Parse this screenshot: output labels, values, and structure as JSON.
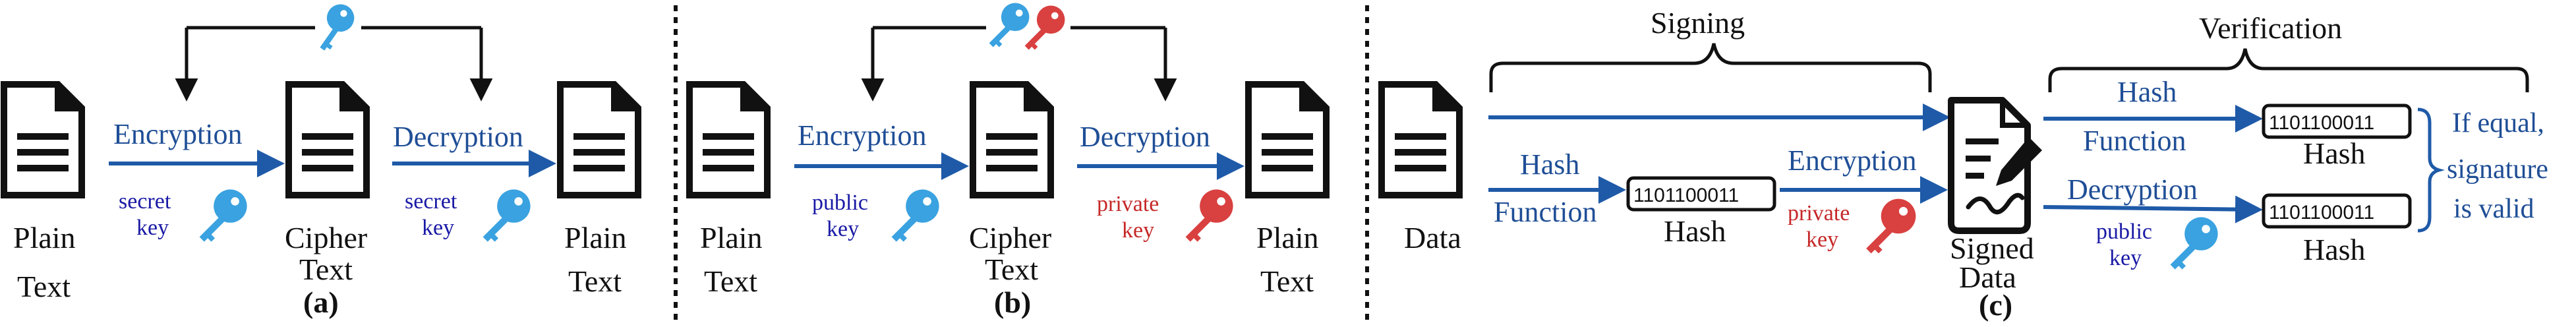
{
  "panel_a": {
    "plain_left": [
      "Plain",
      "Text"
    ],
    "cipher": [
      "Cipher",
      "Text"
    ],
    "plain_right": [
      "Plain",
      "Text"
    ],
    "encryption": "Encryption",
    "decryption": "Decryption",
    "key_left": [
      "secret",
      "key"
    ],
    "key_right": [
      "secret",
      "key"
    ],
    "caption": "(a)"
  },
  "panel_b": {
    "plain_left": [
      "Plain",
      "Text"
    ],
    "cipher": [
      "Cipher",
      "Text"
    ],
    "plain_right": [
      "Plain",
      "Text"
    ],
    "encryption": "Encryption",
    "decryption": "Decryption",
    "key_left": [
      "public",
      "key"
    ],
    "key_right": [
      "private",
      "key"
    ],
    "caption": "(b)"
  },
  "panel_c": {
    "signing": "Signing",
    "verification": "Verification",
    "data": "Data",
    "hash_function_left": [
      "Hash",
      "Function"
    ],
    "hash_bits_mid": "1101100011",
    "hash_mid": "Hash",
    "encryption": "Encryption",
    "private_key": [
      "private",
      "key"
    ],
    "signed_data": [
      "Signed",
      "Data"
    ],
    "hash_function_right": [
      "Hash",
      "Function"
    ],
    "hash_bits_top": "1101100011",
    "hash_top": "Hash",
    "decryption": "Decryption",
    "public_key": [
      "public",
      "key"
    ],
    "hash_bits_bottom": "1101100011",
    "hash_bottom": "Hash",
    "result": [
      "If equal,",
      "signature",
      "is valid"
    ],
    "caption": "(c)"
  },
  "colors": {
    "arrow_blue": "#1f5aa8",
    "key_blue": "#3aa2e0",
    "key_red": "#d94040",
    "ink": "#111111"
  }
}
